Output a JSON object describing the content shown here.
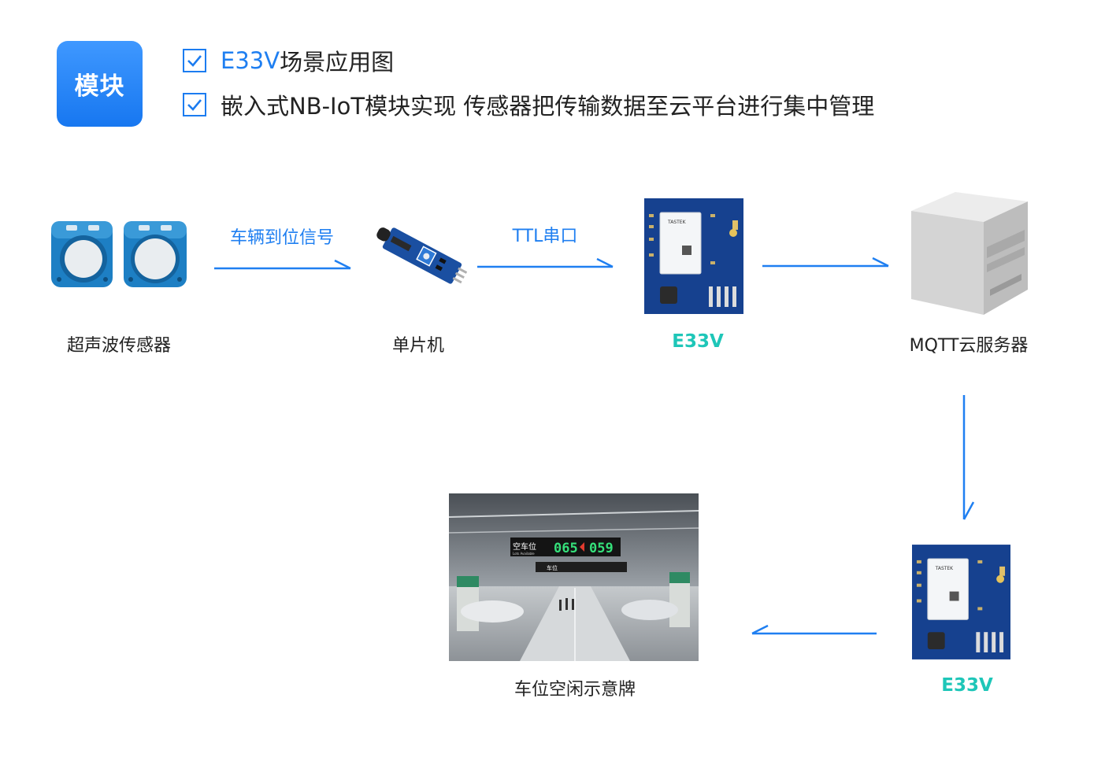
{
  "header": {
    "badge": "模块",
    "items": [
      {
        "accent": "E33V",
        "text": "场景应用图"
      },
      {
        "accent": "",
        "text": "嵌入式NB-IoT模块实现 传感器把传输数据至云平台进行集中管理"
      }
    ]
  },
  "nodes": {
    "sensor": "超声波传感器",
    "mcu": "单片机",
    "module1": "E33V",
    "server": "MQTT云服务器",
    "module2": "E33V",
    "display": "车位空闲示意牌"
  },
  "edges": {
    "sensor_to_mcu": "车辆到位信号",
    "mcu_to_module": "TTL串口"
  },
  "module_chip": {
    "brand": "TASTEK"
  },
  "sign": {
    "title": "空车位",
    "subtitle": "Lots Available",
    "count_left": "065",
    "count_right": "059",
    "arrow_label": "车位"
  },
  "colors": {
    "accent": "#1f7ff1",
    "teal": "#1ec6b8",
    "badge": "#2a86f6"
  }
}
